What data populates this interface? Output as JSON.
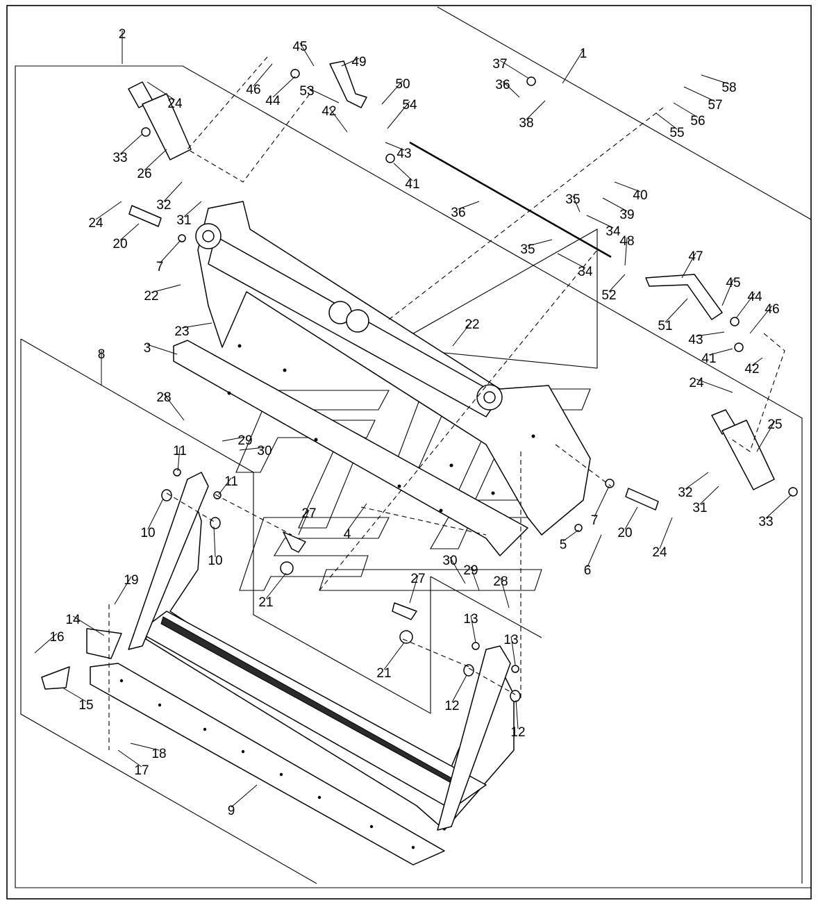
{
  "callouts": [
    {
      "id": "c1",
      "text": "1"
    },
    {
      "id": "c2",
      "text": "2"
    },
    {
      "id": "c3",
      "text": "3"
    },
    {
      "id": "c4",
      "text": "4"
    },
    {
      "id": "c5",
      "text": "5"
    },
    {
      "id": "c6",
      "text": "6"
    },
    {
      "id": "c7a",
      "text": "7"
    },
    {
      "id": "c7b",
      "text": "7"
    },
    {
      "id": "c8",
      "text": "8"
    },
    {
      "id": "c9",
      "text": "9"
    },
    {
      "id": "c10a",
      "text": "10"
    },
    {
      "id": "c10b",
      "text": "10"
    },
    {
      "id": "c11a",
      "text": "11"
    },
    {
      "id": "c11b",
      "text": "11"
    },
    {
      "id": "c12a",
      "text": "12"
    },
    {
      "id": "c12b",
      "text": "12"
    },
    {
      "id": "c13a",
      "text": "13"
    },
    {
      "id": "c13b",
      "text": "13"
    },
    {
      "id": "c14",
      "text": "14"
    },
    {
      "id": "c15",
      "text": "15"
    },
    {
      "id": "c16",
      "text": "16"
    },
    {
      "id": "c17",
      "text": "17"
    },
    {
      "id": "c18",
      "text": "18"
    },
    {
      "id": "c19",
      "text": "19"
    },
    {
      "id": "c20a",
      "text": "20"
    },
    {
      "id": "c20b",
      "text": "20"
    },
    {
      "id": "c21a",
      "text": "21"
    },
    {
      "id": "c21b",
      "text": "21"
    },
    {
      "id": "c22a",
      "text": "22"
    },
    {
      "id": "c22b",
      "text": "22"
    },
    {
      "id": "c23",
      "text": "23"
    },
    {
      "id": "c24a",
      "text": "24"
    },
    {
      "id": "c24b",
      "text": "24"
    },
    {
      "id": "c24c",
      "text": "24"
    },
    {
      "id": "c24d",
      "text": "24"
    },
    {
      "id": "c25",
      "text": "25"
    },
    {
      "id": "c26",
      "text": "26"
    },
    {
      "id": "c27a",
      "text": "27"
    },
    {
      "id": "c27b",
      "text": "27"
    },
    {
      "id": "c28a",
      "text": "28"
    },
    {
      "id": "c28b",
      "text": "28"
    },
    {
      "id": "c29a",
      "text": "29"
    },
    {
      "id": "c29b",
      "text": "29"
    },
    {
      "id": "c30a",
      "text": "30"
    },
    {
      "id": "c30b",
      "text": "30"
    },
    {
      "id": "c31a",
      "text": "31"
    },
    {
      "id": "c31b",
      "text": "31"
    },
    {
      "id": "c32a",
      "text": "32"
    },
    {
      "id": "c32b",
      "text": "32"
    },
    {
      "id": "c33a",
      "text": "33"
    },
    {
      "id": "c33b",
      "text": "33"
    },
    {
      "id": "c34a",
      "text": "34"
    },
    {
      "id": "c34b",
      "text": "34"
    },
    {
      "id": "c35a",
      "text": "35"
    },
    {
      "id": "c35b",
      "text": "35"
    },
    {
      "id": "c36a",
      "text": "36"
    },
    {
      "id": "c36b",
      "text": "36"
    },
    {
      "id": "c37",
      "text": "37"
    },
    {
      "id": "c38",
      "text": "38"
    },
    {
      "id": "c39",
      "text": "39"
    },
    {
      "id": "c40",
      "text": "40"
    },
    {
      "id": "c41a",
      "text": "41"
    },
    {
      "id": "c41b",
      "text": "41"
    },
    {
      "id": "c42a",
      "text": "42"
    },
    {
      "id": "c42b",
      "text": "42"
    },
    {
      "id": "c43a",
      "text": "43"
    },
    {
      "id": "c43b",
      "text": "43"
    },
    {
      "id": "c44a",
      "text": "44"
    },
    {
      "id": "c44b",
      "text": "44"
    },
    {
      "id": "c45a",
      "text": "45"
    },
    {
      "id": "c45b",
      "text": "45"
    },
    {
      "id": "c46a",
      "text": "46"
    },
    {
      "id": "c46b",
      "text": "46"
    },
    {
      "id": "c47",
      "text": "47"
    },
    {
      "id": "c48",
      "text": "48"
    },
    {
      "id": "c49",
      "text": "49"
    },
    {
      "id": "c50",
      "text": "50"
    },
    {
      "id": "c51",
      "text": "51"
    },
    {
      "id": "c52",
      "text": "52"
    },
    {
      "id": "c53",
      "text": "53"
    },
    {
      "id": "c54",
      "text": "54"
    },
    {
      "id": "c55",
      "text": "55"
    },
    {
      "id": "c56",
      "text": "56"
    },
    {
      "id": "c57",
      "text": "57"
    },
    {
      "id": "c58",
      "text": "58"
    }
  ]
}
